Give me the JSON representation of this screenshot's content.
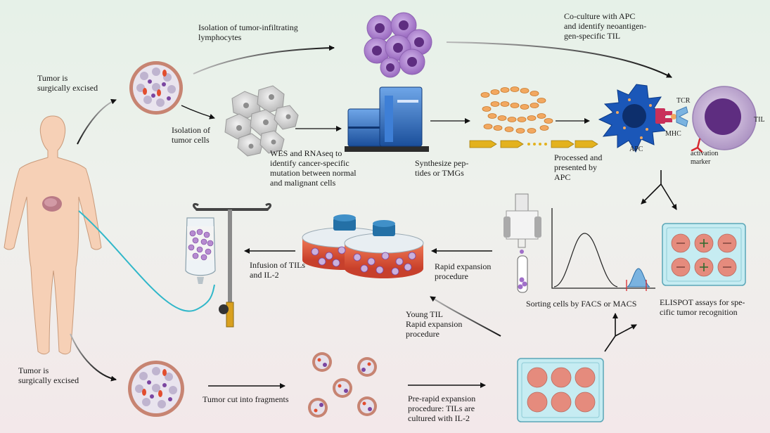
{
  "labels": {
    "isolation_til": "Isolation of tumor-infiltrating\nlymphocytes",
    "coculture": "Co-culture with  APC\nand identify neoantigen-\ngen-specific TIL",
    "tumor_excised_top": "Tumor is\nsurgically excised",
    "isolation_tumor_cells": "Isolation of\ntumor cells",
    "wes_rnaseq": "WES and RNAseq to\nidentify cancer-specific\nmutation between normal\nand malignant cells",
    "synthesize": "Synthesize pep-\ntides or TMGs",
    "processed": "Processed and\npresented by\nAPC",
    "apc": "APC",
    "tcr": "TCR",
    "mhc": "MHC",
    "til": "TIL",
    "activation_marker": "activation\nmarker",
    "infusion": "Infusion of TILs\nand IL-2",
    "rapid_expansion": "Rapid expansion\nprocedure",
    "sorting": "Sorting cells by FACS or MACS",
    "elispot": "ELISPOT assays for spe-\ncific tumor recognition",
    "young_til": "Young TIL\nRapid expansion\nprocedure",
    "tumor_excised_bottom": "Tumor is\nsurgically excised",
    "tumor_cut": "Tumor cut into fragments",
    "pre_rapid": "Pre-rapid expansion\nprocedure: TILs are\ncultured with IL-2"
  },
  "colors": {
    "skin": "#f6d0b6",
    "purple_cell": "#b68ad0",
    "apc_blue": "#1b57b8",
    "dish_pink": "#e58b7d",
    "flask_red": "#e2573a",
    "tube_cyan": "#30b7c9"
  }
}
